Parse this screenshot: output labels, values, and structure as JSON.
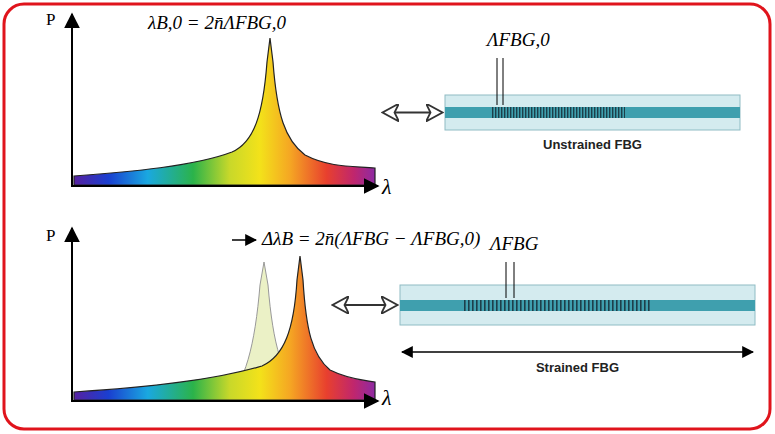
{
  "diagram": {
    "nodes": [
      {
        "text": [
          "λB,0 = 2n̄ΛFBG,0",
          "P",
          "λ"
        ]
      },
      {
        "text": [
          "ΛFBG,0",
          "Unstrained FBG"
        ]
      },
      {
        "text": [
          "ΔλB = 2n̄(ΛFBG − ΛFBG,0)",
          "P",
          "λ"
        ]
      },
      {
        "text": [
          "ΛFBG",
          "Strained FBG"
        ]
      }
    ],
    "edges": [
      {
        "from": 0,
        "to": 1,
        "arrow": "both"
      },
      {
        "from": 2,
        "to": 3,
        "arrow": "both"
      }
    ]
  }
}
